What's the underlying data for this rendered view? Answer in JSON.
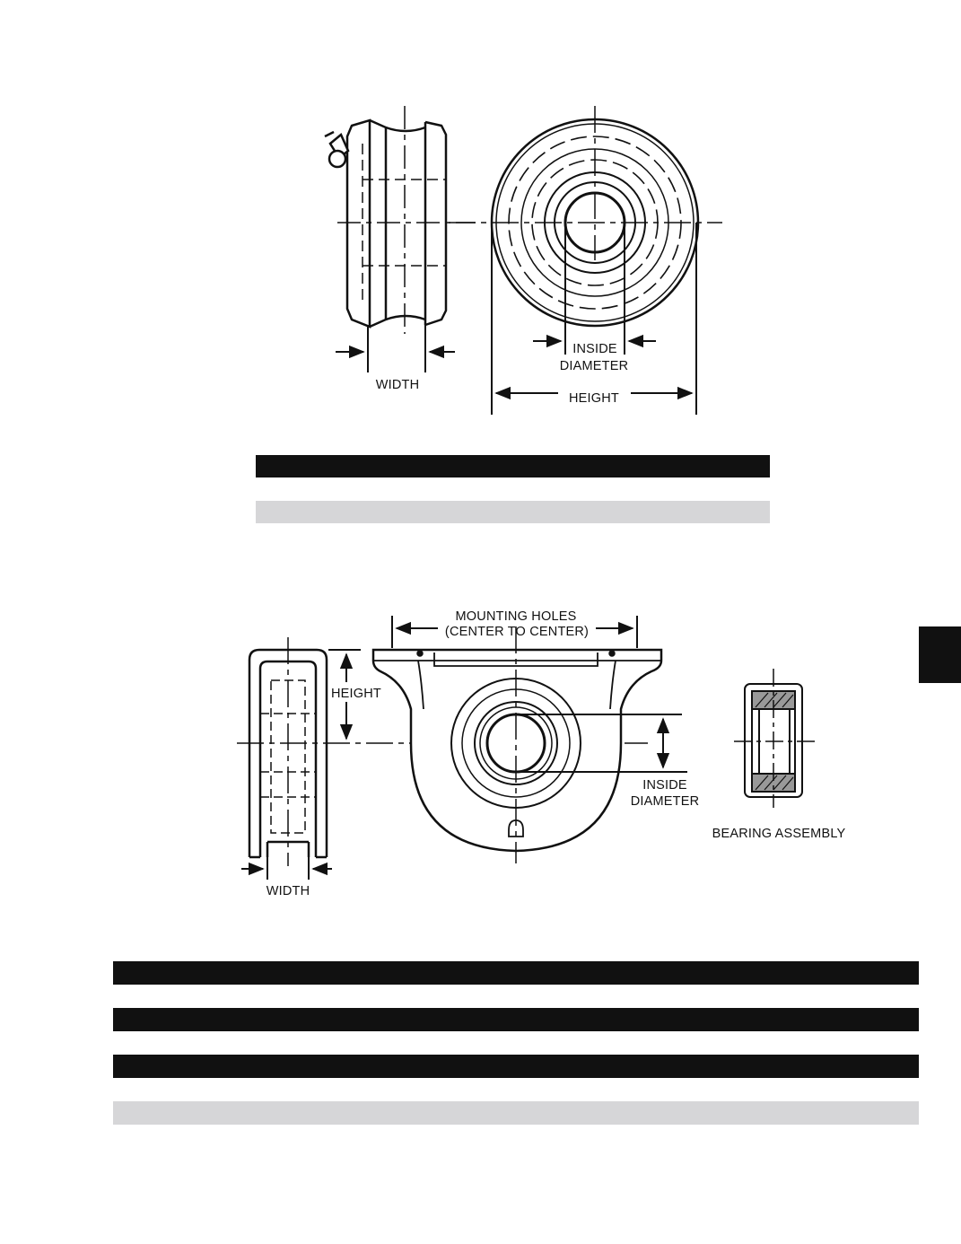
{
  "figure1": {
    "width_label": "WIDTH",
    "inside_label_line1": "INSIDE",
    "inside_label_line2": "DIAMETER",
    "height_label": "HEIGHT"
  },
  "figure2": {
    "mounting_line1": "MOUNTING HOLES",
    "mounting_line2": "(CENTER TO CENTER)",
    "height_label": "HEIGHT",
    "inside_label_line1": "INSIDE",
    "inside_label_line2": "DIAMETER",
    "width_label": "WIDTH",
    "bearing_label": "BEARING ASSEMBLY"
  },
  "colors": {
    "dark_bar": "#111111",
    "light_bar": "#d6d6d8",
    "ink": "#111111"
  }
}
